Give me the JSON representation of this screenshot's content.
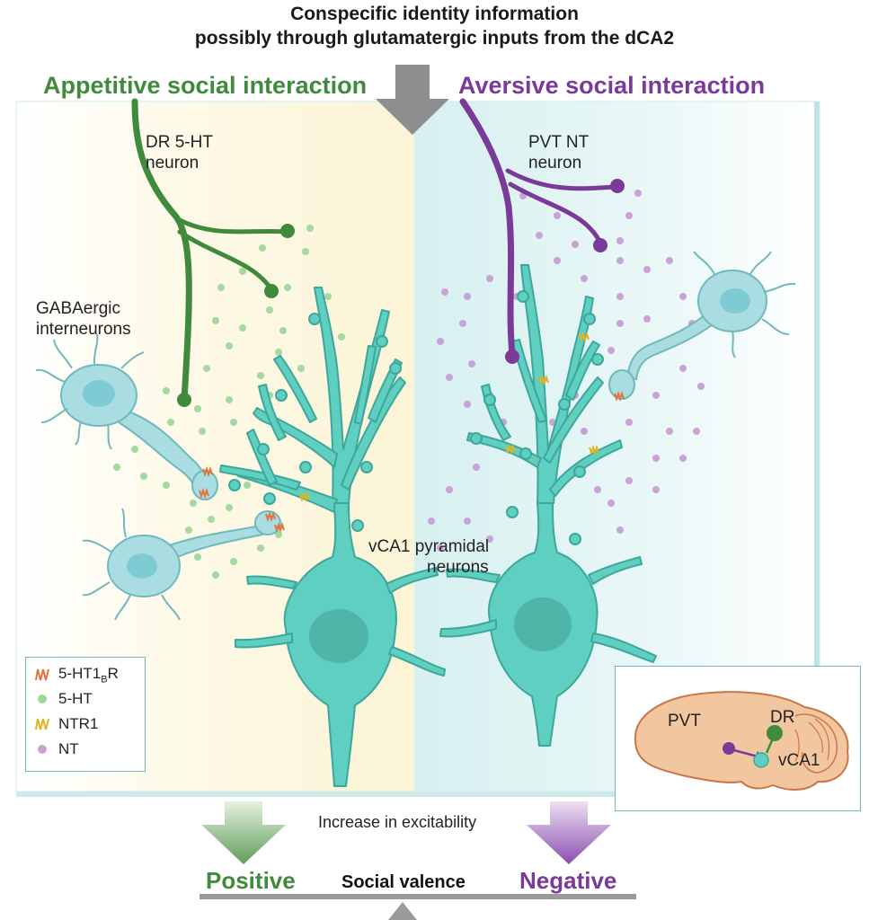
{
  "title": {
    "line1": "Conspecific identity information",
    "line2": "possibly through glutamatergic inputs from the dCA2"
  },
  "left_panel": {
    "heading": "Appetitive social interaction",
    "heading_color": "#3f8a3c",
    "neuron_label_1": "DR 5-HT",
    "neuron_label_2": "neuron",
    "interneuron_label_1": "GABAergic",
    "interneuron_label_2": "interneurons"
  },
  "right_panel": {
    "heading": "Aversive social interaction",
    "heading_color": "#7a3a98",
    "neuron_label_1": "PVT NT",
    "neuron_label_2": "neuron"
  },
  "center": {
    "pyramidal_label_1": "vCA1 pyramidal",
    "pyramidal_label_2": "neurons"
  },
  "legend": {
    "receptor_5ht_main": "5-HT1",
    "receptor_5ht_sub": "B",
    "receptor_5ht_tail": "R",
    "ligand_5ht": "5-HT",
    "receptor_nt": "NTR1",
    "ligand_nt": "NT"
  },
  "inset": {
    "pvt": "PVT",
    "dr": "DR",
    "vca1": "vCA1"
  },
  "bottom": {
    "excitability": "Increase in excitability",
    "positive": "Positive",
    "valence": "Social valence",
    "negative": "Negative"
  },
  "colors": {
    "green": "#3f8a3c",
    "purple": "#7a3a98",
    "pyramidal": "#5fcfc2",
    "interneuron": "#a9dde2",
    "serotonin_dot": "#9fd69a",
    "nt_dot": "#c9a3d4",
    "left_bg": "#fbf6dc",
    "right_bg": "#e2f4f4"
  },
  "icons": [
    "5ht1b-receptor-icon",
    "serotonin-dot-icon",
    "ntr1-receptor-icon",
    "nt-dot-icon",
    "brain-icon"
  ]
}
